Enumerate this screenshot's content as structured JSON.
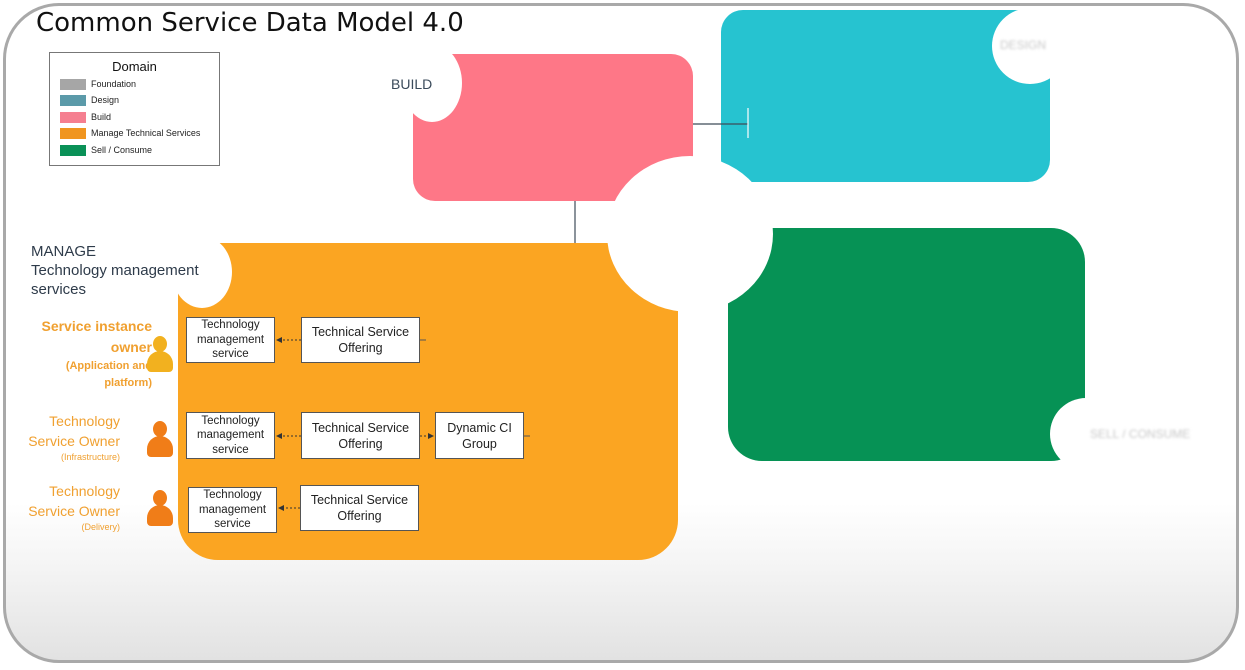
{
  "title": "Common Service Data Model 4.0",
  "legend": {
    "title": "Domain",
    "items": [
      {
        "label": "Foundation",
        "color": "#a6a6a6"
      },
      {
        "label": "Design",
        "color": "#5b9aa9"
      },
      {
        "label": "Build",
        "color": "#f57f90"
      },
      {
        "label": "Manage Technical Services",
        "color": "#f0951f"
      },
      {
        "label": "Sell / Consume",
        "color": "#0a9157"
      }
    ]
  },
  "areas": {
    "build": {
      "label": "BUILD",
      "color": "#fe7787"
    },
    "design": {
      "label": "DESIGN",
      "color": "#26c3d0"
    },
    "manage": {
      "line1": "MANAGE",
      "line2": "Technology management",
      "line3": "services",
      "color": "#fba522"
    },
    "sell": {
      "label": "SELL / CONSUME",
      "color": "#069255"
    }
  },
  "roles": [
    {
      "line1": "Service instance",
      "line2": "owner",
      "line3": "(Application and",
      "line4": "platform)",
      "icon_color": "#f2b11f"
    },
    {
      "line1": "Technology",
      "line2": "Service Owner",
      "line3": "(Infrastructure)",
      "icon_color": "#f07d18"
    },
    {
      "line1": "Technology",
      "line2": "Service Owner",
      "line3": "(Delivery)",
      "icon_color": "#f07d18"
    }
  ],
  "nodes": {
    "tms": "Technology management service",
    "tso": "Technical Service Offering",
    "dcg": "Dynamic CI Group"
  }
}
